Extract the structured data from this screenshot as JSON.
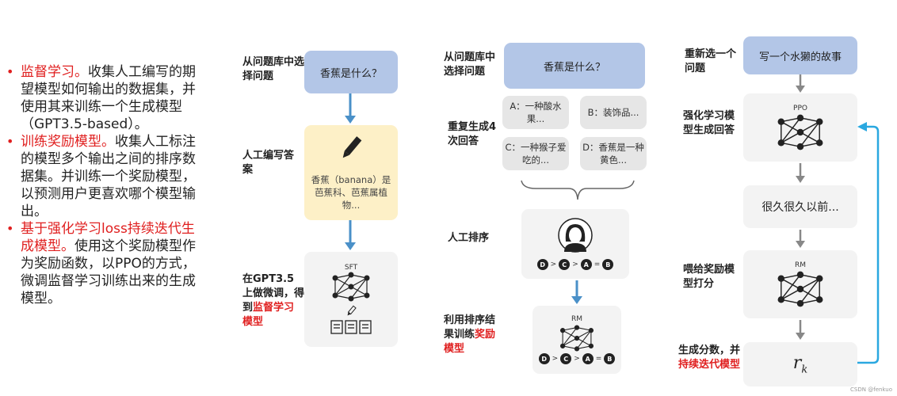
{
  "bullets": [
    {
      "red": "监督学习。",
      "text": "收集人工编写的期望模型如何输出的数据集，并使用其来训练一个生成模型（GPT3.5-based）。"
    },
    {
      "red": "训练奖励模型。",
      "text": "收集人工标注的模型多个输出之间的排序数据集。并训练一个奖励模型，以预测用户更喜欢哪个模型输出。"
    },
    {
      "red": "基于强化学习loss持续迭代生成模型。",
      "text": "使用这个奖励模型作为奖励函数，以PPO的方式，微调监督学习训练出来的生成模型。"
    }
  ],
  "step1": {
    "label1": "从问题库中选择问题",
    "prompt": "香蕉是什么？",
    "label2": "人工编写答案",
    "answer": "香蕉（banana）是芭蕉科、芭蕉属植物...",
    "label3_pre": "在GPT3.5上做微调，得到",
    "label3_red": "监督学习模型",
    "sft": "SFT"
  },
  "step2": {
    "label1": "从问题库中选择问题",
    "prompt": "香蕉是什么？",
    "label2": "重复生成4次回答",
    "answers": [
      "A：一种酸水果...",
      "B：装饰品...",
      "C：一种猴子爱吃的...",
      "D：香蕉是一种黄色..."
    ],
    "label3": "人工排序",
    "ranking": [
      "D",
      ">",
      "C",
      ">",
      "A",
      "=",
      "B"
    ],
    "label4_pre": "利用排序结果训练",
    "label4_red": "奖励模型",
    "rm": "RM"
  },
  "step3": {
    "label1": "重新选一个问题",
    "prompt": "写一个水獭的故事",
    "label2": "强化学习模型生成回答",
    "ppo": "PPO",
    "output": "很久很久以前...",
    "label3": "喂给奖励模型打分",
    "rm": "RM",
    "label4_pre": "生成分数，并",
    "label4_red": "持续迭代模型",
    "score": "r",
    "score_sub": "k"
  },
  "watermark": "CSDN @fenkuo",
  "colors": {
    "accent_blue": "#4a90c8",
    "red": "#e02020",
    "prompt_box": "#b3c6e7",
    "loop_arrow": "#2aa8e0"
  }
}
